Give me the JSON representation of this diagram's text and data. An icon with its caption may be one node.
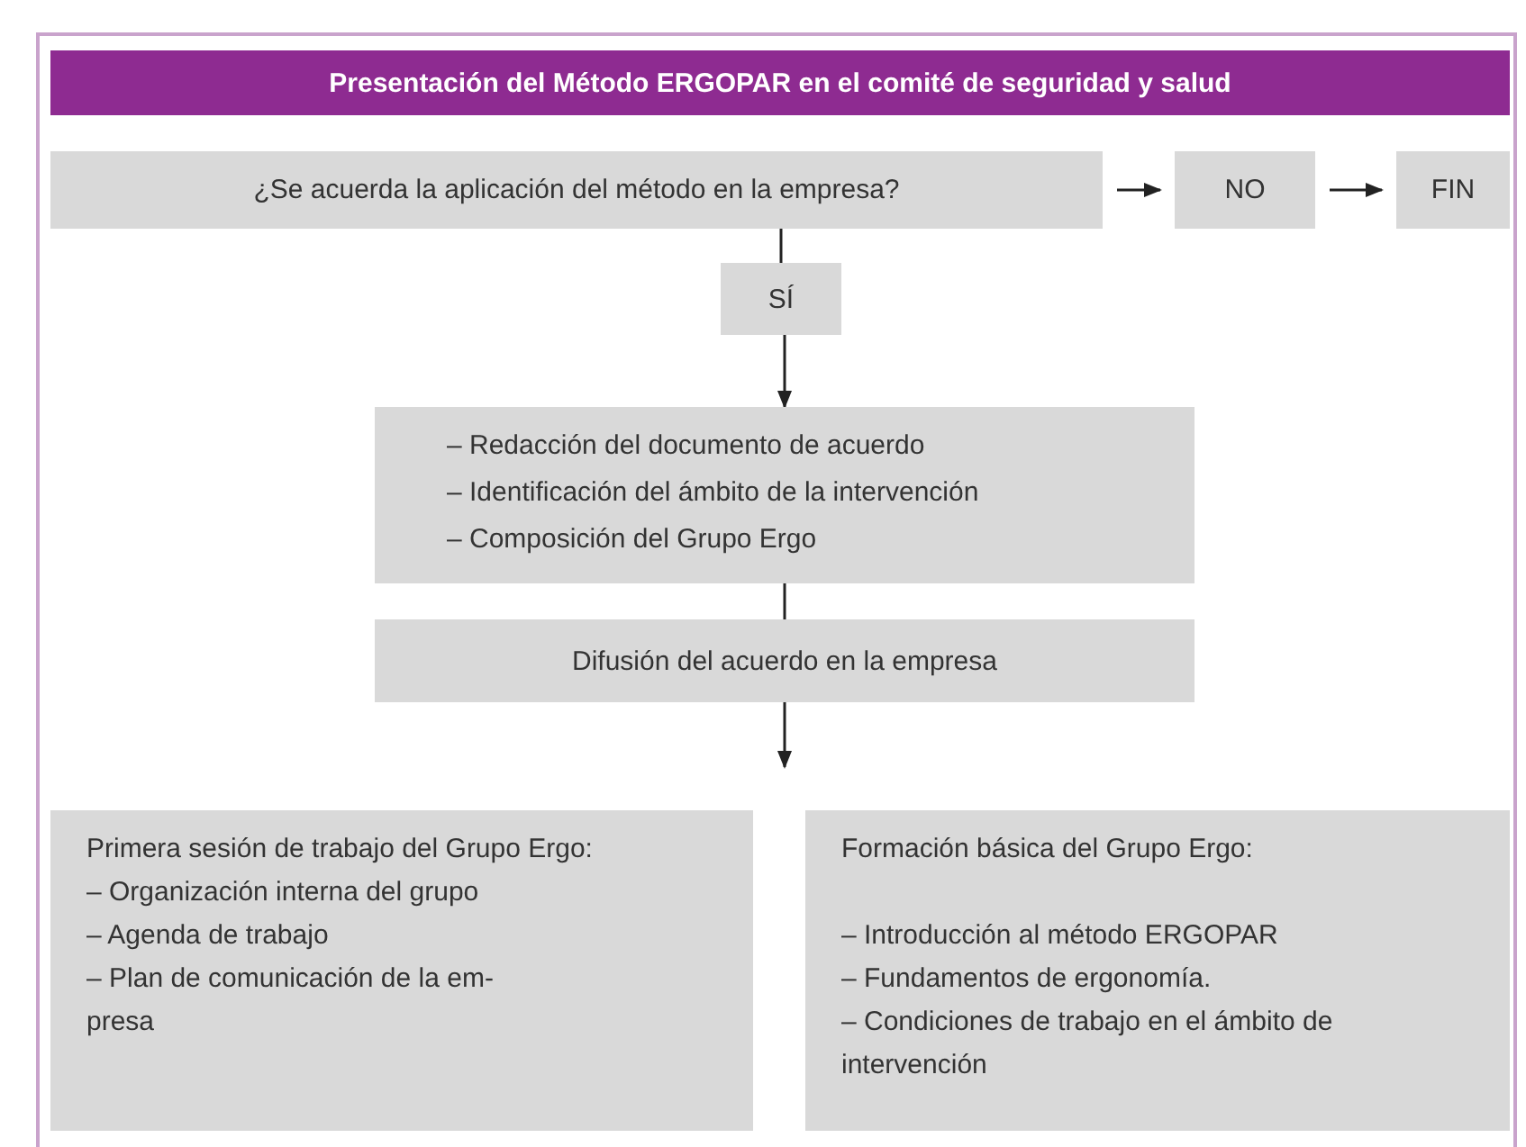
{
  "diagram": {
    "title": "Presentación del Método ERGOPAR en el comité de seguridad y salud",
    "nodes": [
      {
        "text": [
          "¿Se acuerda la aplicación del método en la empresa?"
        ]
      },
      {
        "text": [
          "NO"
        ]
      },
      {
        "text": [
          "FIN"
        ]
      },
      {
        "text": [
          "SÍ"
        ]
      },
      {
        "text": [
          "– Redacción del documento de acuerdo",
          "– Identificación del ámbito de la intervención",
          "– Composición del Grupo Ergo"
        ]
      },
      {
        "text": [
          "Difusión del acuerdo en la empresa"
        ]
      },
      {
        "text": [
          "Primera sesión de trabajo del Grupo Ergo:",
          "– Organización interna del grupo",
          "– Agenda de trabajo",
          "– Plan de comunicación de la em- presa"
        ]
      },
      {
        "text": [
          "Formación básica del Grupo Ergo:",
          "– Introducción al método ERGOPAR",
          "– Fundamentos de ergonomía.",
          "– Condiciones de trabajo en el ámbito de intervención"
        ]
      }
    ],
    "edges": [
      {
        "from": 0,
        "to": 1,
        "arrow": "to"
      },
      {
        "from": 1,
        "to": 2,
        "arrow": "to"
      },
      {
        "from": 0,
        "to": 3,
        "arrow": "none"
      },
      {
        "from": 3,
        "to": 4,
        "arrow": "to"
      },
      {
        "from": 4,
        "to": 5,
        "arrow": "none"
      },
      {
        "from": 5,
        "to": null,
        "arrow": "to"
      }
    ]
  }
}
